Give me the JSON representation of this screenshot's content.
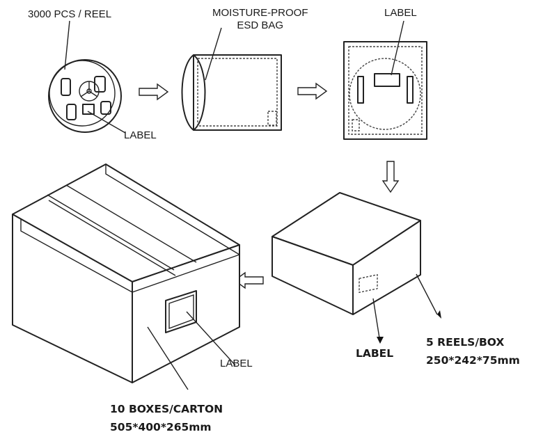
{
  "labels": {
    "reel_qty": "3000 PCS / REEL",
    "reel_label": "LABEL",
    "bag": "MOISTURE-PROOF\nESD BAG",
    "bag_label": "LABEL",
    "box_label": "LABEL",
    "box_qty": "5 REELS/BOX",
    "box_dims": "250*242*75mm",
    "carton_label": "LABEL",
    "carton_qty": "10 BOXES/CARTON",
    "carton_dims": "505*400*265mm"
  }
}
